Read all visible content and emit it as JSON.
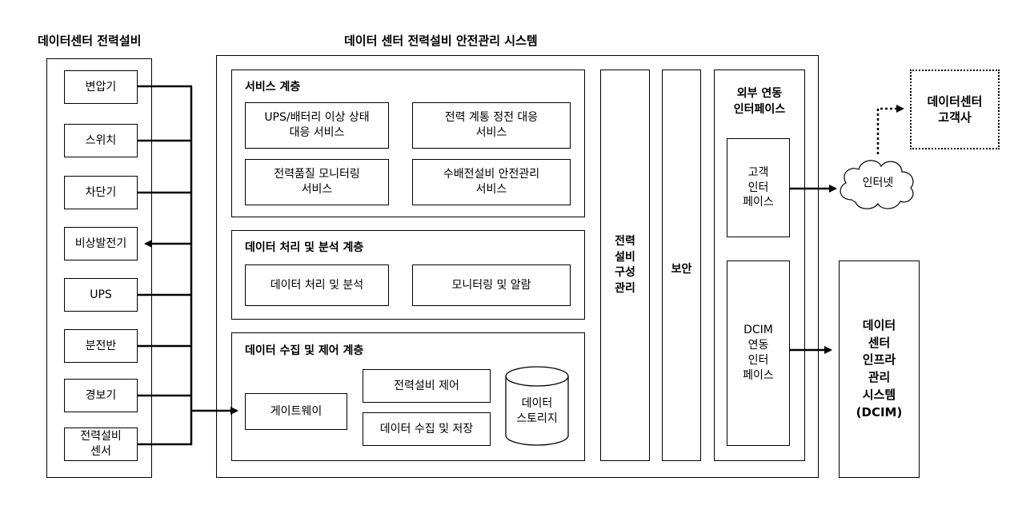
{
  "left_panel": {
    "title": "데이터센터 전력설비",
    "items": [
      "변압기",
      "스위치",
      "차단기",
      "비상발전기",
      "UPS",
      "분전반",
      "경보기",
      "전력설비\n센서"
    ]
  },
  "system": {
    "title": "데이터 센터 전력설비 안전관리 시스템",
    "service_layer": {
      "title": "서비스 계층",
      "items": [
        "UPS/배터리 이상 상태\n대응 서비스",
        "전력 계통 정전 대응\n서비스",
        "전력품질 모니터링\n서비스",
        "수배전설비 안전관리\n서비스"
      ]
    },
    "processing_layer": {
      "title": "데이터 처리 및 분석 계층",
      "items": [
        "데이터 처리 및 분석",
        "모니터링 및 알람"
      ]
    },
    "collection_layer": {
      "title": "데이터 수집 및 제어 계층",
      "gateway": "게이트웨이",
      "control": "전력설비 제어",
      "collect": "데이터 수집 및 저장",
      "storage": "데이터\n스토리지"
    },
    "config_column": "전력\n설비\n구성\n관리",
    "security_column": "보안",
    "external_interface": {
      "title": "외부 연동\n인터페이스",
      "customer_if": "고객\n인터\n페이스",
      "dcim_if": "DCIM\n연동\n인터\n페이스"
    }
  },
  "internet": "인터넷",
  "customer": "데이터센터\n고객사",
  "dcim": "데이터\n센터\n인프라\n관리\n시스템\n(DCIM)",
  "colors": {
    "line": "#000000",
    "background": "#ffffff"
  }
}
